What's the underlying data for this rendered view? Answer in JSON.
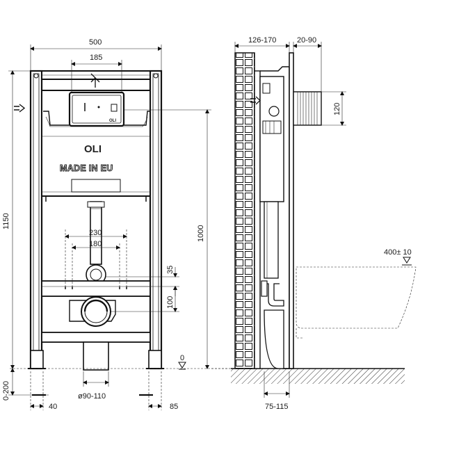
{
  "front_view": {
    "width_total": "500",
    "width_button": "185",
    "height_total": "1150",
    "height_pipe": "1000",
    "spacing_outer": "230",
    "spacing_inner": "180",
    "offset_small": "35",
    "offset_drain": "100",
    "floor_zero": "0",
    "floor_range": "0-200",
    "foot_left": "40",
    "foot_right": "85",
    "pipe_diameter": "ø90-110",
    "brand": "OLI",
    "plate_brand": "OLI",
    "made_in": "MADE IN EU"
  },
  "side_view": {
    "depth_wall": "126-170",
    "depth_front": "20-90",
    "inlet_height": "120",
    "bowl_height": "400± 10",
    "drain_offset": "75-115"
  },
  "colors": {
    "line": "#111111",
    "hatch": "#333333",
    "background": "#ffffff"
  }
}
